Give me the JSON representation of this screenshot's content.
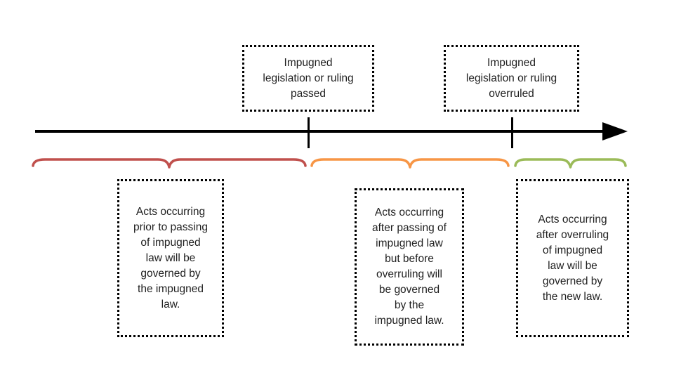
{
  "colors": {
    "brace_before": "#c0504d",
    "brace_between": "#f79646",
    "brace_after": "#9bbb59",
    "timeline": "#000000"
  },
  "timeline": {
    "events": [
      {
        "label": "Impugned\nlegislation or ruling\npassed"
      },
      {
        "label": "Impugned\nlegislation or ruling\noverruled"
      }
    ],
    "periods": [
      {
        "label": "Acts occurring\nprior to passing\nof impugned\nlaw will be\ngoverned by\nthe impugned\nlaw."
      },
      {
        "label": "Acts occurring\nafter passing of\nimpugned law\nbut before\noverruling will\nbe governed\nby the\nimpugned law."
      },
      {
        "label": "Acts occurring\nafter overruling\nof impugned\nlaw will be\ngoverned by\nthe new law."
      }
    ]
  }
}
